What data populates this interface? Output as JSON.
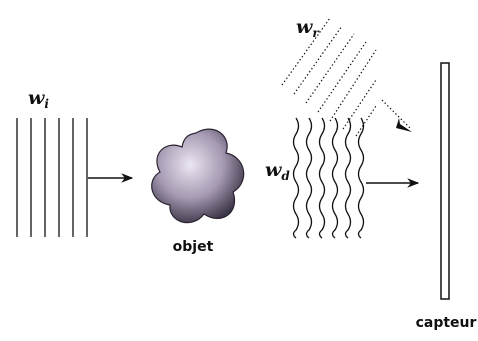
{
  "labels": {
    "incident_wave": {
      "main": "w",
      "sub": "i"
    },
    "reference_wave": {
      "main": "w",
      "sub": "r"
    },
    "diffracted_wave": {
      "main": "w",
      "sub": "d"
    },
    "object": "objet",
    "sensor": "capteur"
  },
  "colors": {
    "ink": "#111111",
    "object_fill_light": "#ece6f2",
    "object_fill_mid": "#a59ab2",
    "object_fill_dark": "#3d3548"
  }
}
